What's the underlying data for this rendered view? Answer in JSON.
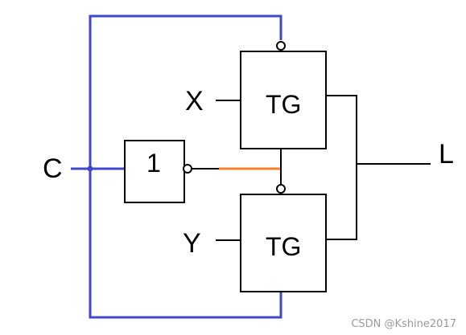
{
  "labels": {
    "input_c": "C",
    "input_x": "X",
    "input_y": "Y",
    "output_l": "L",
    "inverter": "1",
    "tg_top": "TG",
    "tg_bottom": "TG"
  },
  "watermark": "CSDN @Kshine2017",
  "colors": {
    "control_wire": "#3f48cc",
    "inverted_wire": "#ff7f27",
    "signal_wire": "#000000",
    "background": "#ffffff"
  }
}
